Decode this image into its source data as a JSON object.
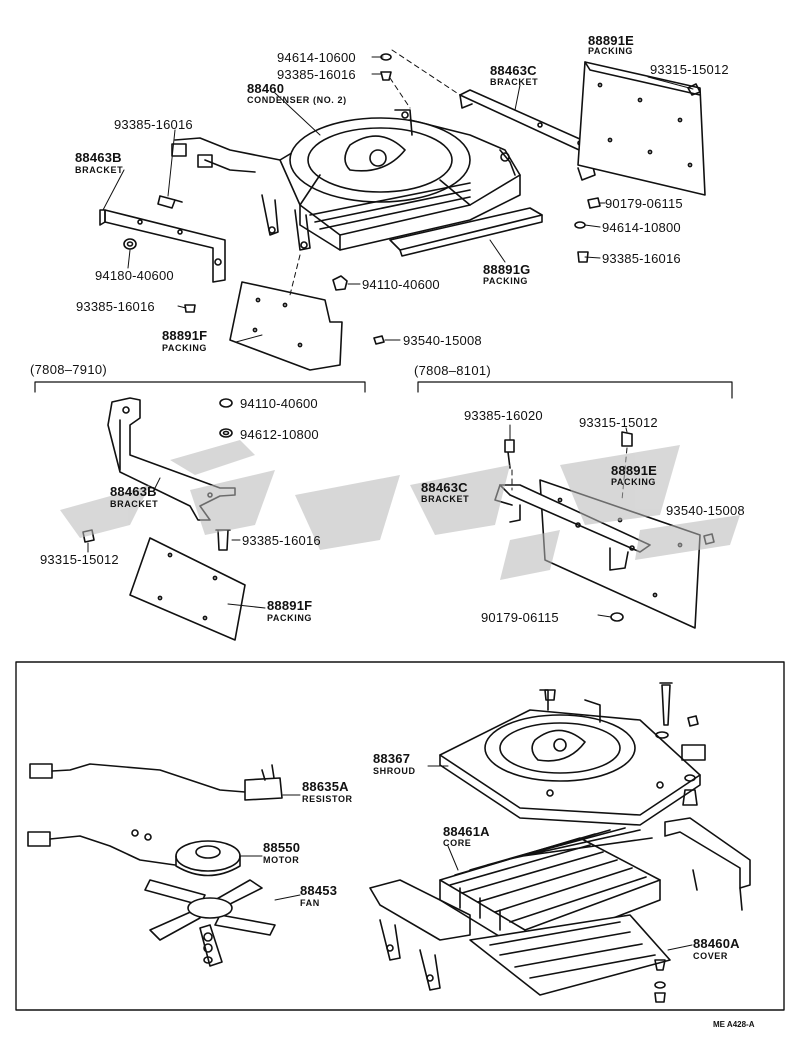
{
  "top": {
    "parts": {
      "p94614_a": "94614-10600",
      "p93385_a": "93385-16016",
      "p88460": "88460",
      "n88460": "CONDENSER (NO. 2)",
      "p88463c": "88463C",
      "n88463c": "BRACKET",
      "p88891e": "88891E",
      "n88891e": "PACKING",
      "p93315_a": "93315-15012",
      "p93385_b": "93385-16016",
      "p88463b": "88463B",
      "n88463b": "BRACKET",
      "p90179_a": "90179-06115",
      "p94614_b": "94614-10800",
      "p93385_c": "93385-16016",
      "p94180": "94180-40600",
      "p88891g": "88891G",
      "n88891g": "PACKING",
      "p94110_a": "94110-40600",
      "p93385_d": "93385-16016",
      "p88891f": "88891F",
      "n88891f": "PACKING",
      "p93540_a": "93540-15008"
    }
  },
  "left_group": {
    "range": "(7808–7910)",
    "parts": {
      "p94110": "94110-40600",
      "p94612": "94612-10800",
      "p88463b": "88463B",
      "n88463b": "BRACKET",
      "p93315": "93315-15012",
      "p93385": "93385-16016",
      "p88891f": "88891F",
      "n88891f": "PACKING"
    }
  },
  "right_group": {
    "range": "(7808–8101)",
    "parts": {
      "p93385": "93385-16020",
      "p93315": "93315-15012",
      "p88891e": "88891E",
      "n88891e": "PACKING",
      "p88463c": "88463C",
      "n88463c": "BRACKET",
      "p93540": "93540-15008",
      "p90179": "90179-06115"
    }
  },
  "bottom": {
    "parts": {
      "p88367": "88367",
      "n88367": "SHROUD",
      "p88635a": "88635A",
      "n88635a": "RESISTOR",
      "p88461a": "88461A",
      "n88461a": "CORE",
      "p88550": "88550",
      "n88550": "MOTOR",
      "p88453": "88453",
      "n88453": "FAN",
      "p88460a": "88460A",
      "n88460a": "COVER"
    }
  },
  "ref_code": "ME A428-A",
  "colors": {
    "ink": "#111111",
    "watermark": "#b8b8b8",
    "paper": "#ffffff"
  }
}
